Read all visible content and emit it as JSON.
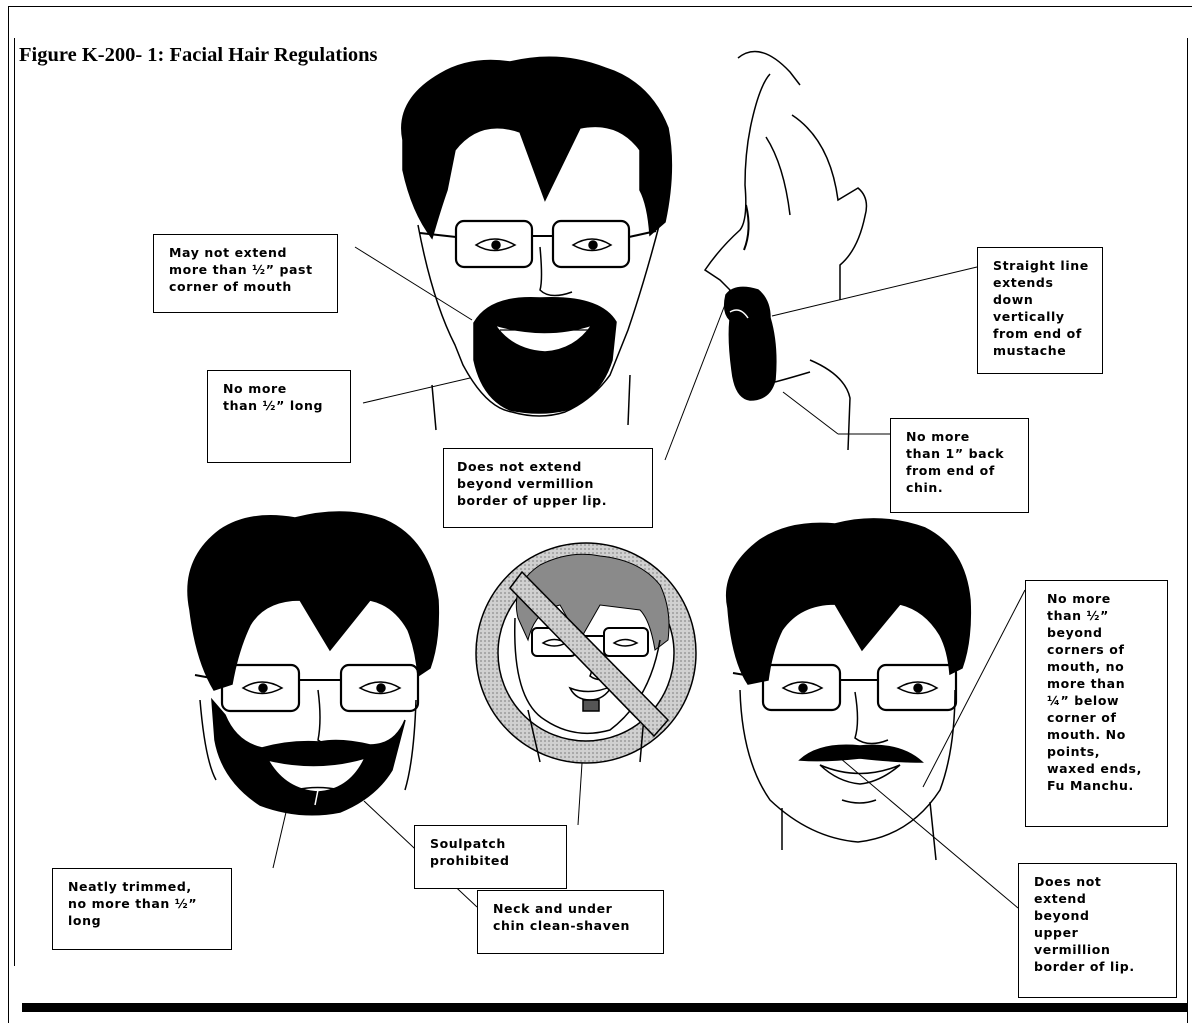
{
  "figure": {
    "title": "Figure K-200- 1: Facial Hair Regulations"
  },
  "callouts": {
    "goatee_corner": {
      "lines": [
        "May not extend",
        "more than ½” past",
        "corner of mouth"
      ]
    },
    "goatee_length": {
      "lines": [
        "No more",
        "than ½” long"
      ]
    },
    "profile_vertical": {
      "lines": [
        "Straight line",
        "extends",
        "down",
        "vertically",
        "from end of",
        "mustache"
      ]
    },
    "profile_lip": {
      "lines": [
        "Does not extend",
        "beyond vermillion",
        "border of upper lip."
      ]
    },
    "profile_chin": {
      "lines": [
        "No more",
        "than 1” back",
        "from end of",
        "chin."
      ]
    },
    "soulpatch": {
      "lines": [
        "Soulpatch",
        "prohibited"
      ]
    },
    "mustache_limits": {
      "lines": [
        "No more",
        "than ½”",
        "beyond",
        "corners of",
        "mouth, no",
        "more than",
        "¼” below",
        "corner of",
        "mouth.  No",
        "points,",
        "waxed ends,",
        "Fu Manchu."
      ]
    },
    "beard_trim": {
      "lines": [
        "Neatly trimmed,",
        "no more than ½”",
        "long"
      ]
    },
    "neck_shaven": {
      "lines": [
        "Neck and under",
        "chin clean-shaven"
      ]
    },
    "mustache_lip": {
      "lines": [
        "Does not",
        "extend",
        "beyond",
        "upper",
        "vermillion",
        "border of lip."
      ]
    }
  },
  "colors": {
    "ink": "#000000",
    "paper": "#ffffff",
    "prohibition_ring": "#c8c8c8",
    "prohibition_hair": "#8a8a8a"
  }
}
